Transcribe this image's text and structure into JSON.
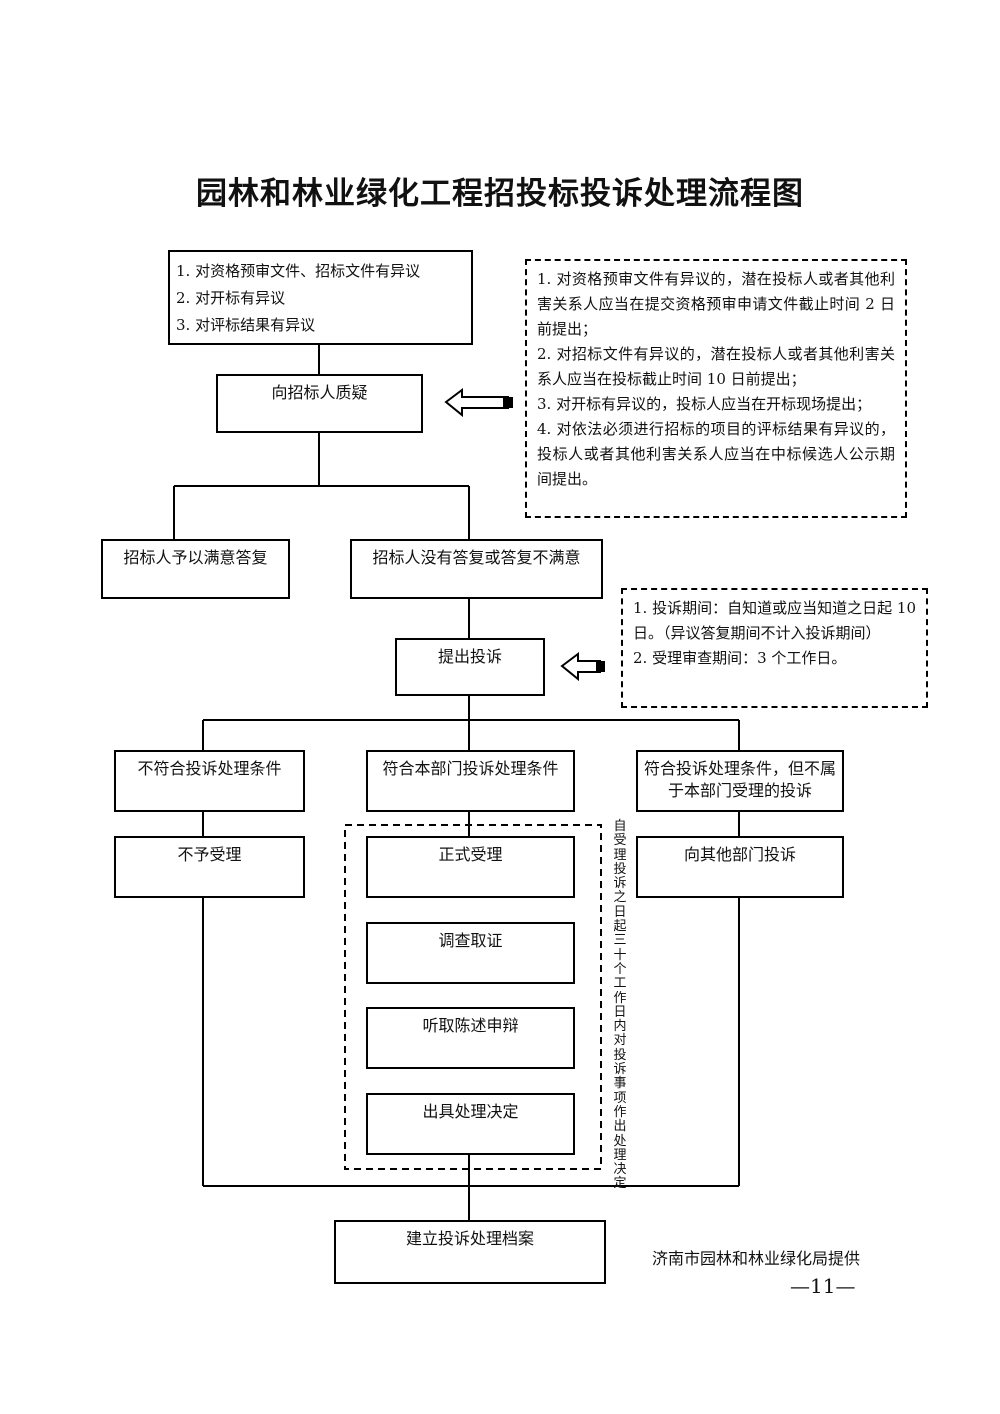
{
  "title": "园林和林业绿化工程招投标投诉处理流程图",
  "objections": {
    "items": [
      "1. 对资格预审文件、招标文件有异议",
      "2. 对开标有异议",
      "3. 对评标结果有异议"
    ]
  },
  "nodes": {
    "query": "向招标人质疑",
    "satisfied": "招标人予以满意答复",
    "unsatisfied": "招标人没有答复或答复不满意",
    "complain": "提出投诉",
    "not_qualified": "不符合投诉处理条件",
    "qualified": "符合本部门投诉处理条件",
    "other_dept_qualified": "符合投诉处理条件，但不属于本部门受理的投诉",
    "reject": "不予受理",
    "accept": "正式受理",
    "investigate": "调查取证",
    "hearing": "听取陈述申辩",
    "decision": "出具处理决定",
    "to_other_dept": "向其他部门投诉",
    "archive": "建立投诉处理档案"
  },
  "notes": {
    "query_rules": [
      "1. 对资格预审文件有异议的，潜在投标人或者其他利害关系人应当在提交资格预审申请文件截止时间 2 日前提出；",
      "2. 对招标文件有异议的，潜在投标人或者其他利害关系人应当在投标截止时间 10 日前提出；",
      "3. 对开标有异议的，投标人应当在开标现场提出；",
      "4. 对依法必须进行招标的项目的评标结果有异议的，投标人或者其他利害关系人应当在中标候选人公示期间提出。"
    ],
    "complaint_rules": [
      "1. 投诉期间：自知道或应当知道之日起 10 日。（异议答复期间不计入投诉期间）",
      "2. 受理审查期间：3 个工作日。"
    ],
    "deadline": "自受理投诉之日起三十个工作日内对投诉事项作出处理决定"
  },
  "footer": {
    "provider": "济南市园林和林业绿化局提供",
    "page_number": "—11—"
  }
}
